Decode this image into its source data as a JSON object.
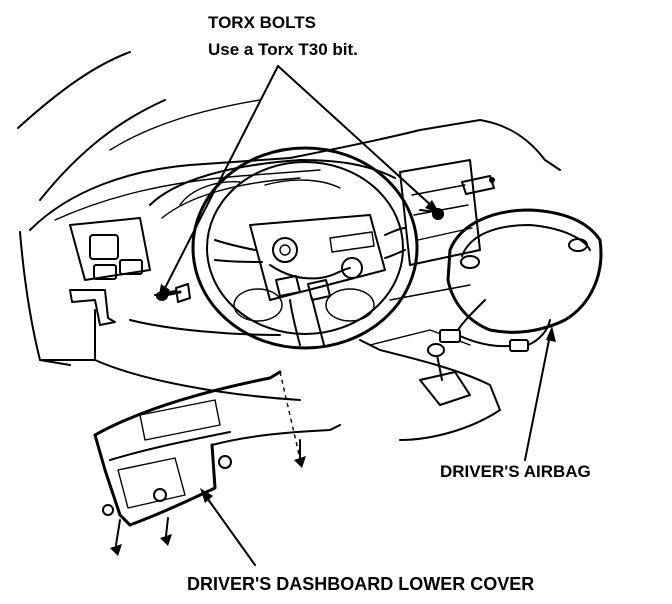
{
  "labels": {
    "torx_title": "TORX BOLTS",
    "torx_note": "Use a Torx T30 bit.",
    "airbag": "DRIVER'S AIRBAG",
    "lower_cover": "DRIVER'S DASHBOARD LOWER COVER"
  },
  "colors": {
    "ink": "#000000",
    "paper": "#ffffff"
  }
}
